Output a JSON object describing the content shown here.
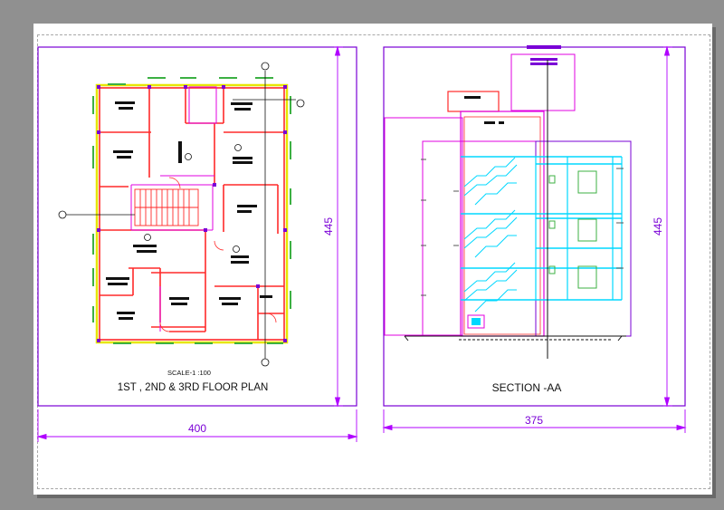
{
  "left_panel": {
    "scale_label": "SCALE-1 :100",
    "title": "1ST , 2ND & 3RD FLOOR PLAN",
    "dim_width": "400",
    "dim_height": "445"
  },
  "right_panel": {
    "title": "SECTION -AA",
    "dim_width": "375",
    "dim_height": "445"
  },
  "colors": {
    "background": "#909090",
    "sheet": "#ffffff",
    "frame": "#7a00d6",
    "wall_red": "#ff2a2a",
    "wall_yellow": "#e6e600",
    "window_green": "#3cb043",
    "cyan": "#00d8ff",
    "magenta": "#e000e0",
    "dimension": "#b000ff"
  },
  "icons": [
    "grid-bubble-icon",
    "door-swing-icon",
    "window-symbol-icon"
  ]
}
